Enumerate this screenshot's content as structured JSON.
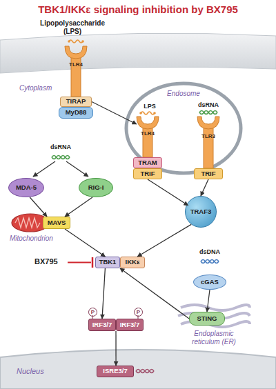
{
  "diagram": {
    "title": "TBK1/IKKε signaling inhibition by BX795",
    "nodes": [
      {
        "text": [
          "TLR4"
        ]
      },
      {
        "text": [
          "TIRAP"
        ]
      },
      {
        "text": [
          "MyD88"
        ]
      },
      {
        "text": [
          "Endosome"
        ]
      },
      {
        "text": [
          "TLR4"
        ],
        "in": 3
      },
      {
        "text": [
          "TRAM"
        ],
        "in": 3
      },
      {
        "text": [
          "TRIF"
        ],
        "in": 3
      },
      {
        "text": [
          "TLR3"
        ],
        "in": 3
      },
      {
        "text": [
          "TRIF"
        ],
        "in": 3
      },
      {
        "text": [
          "MDA-5"
        ]
      },
      {
        "text": [
          "RIG-I"
        ]
      },
      {
        "text": [
          "MAVS"
        ]
      },
      {
        "text": [
          "TRAF3"
        ]
      },
      {
        "text": [
          "TBK1"
        ]
      },
      {
        "text": [
          "IKKε"
        ]
      },
      {
        "text": [
          "cGAS"
        ]
      },
      {
        "text": [
          "STING"
        ]
      },
      {
        "text": [
          "IRF3/7"
        ]
      },
      {
        "text": [
          "IRF3/7"
        ]
      },
      {
        "text": [
          "Nucleus"
        ]
      },
      {
        "text": [
          "ISRE3/7"
        ],
        "in": 19
      }
    ],
    "edges": [
      {
        "from": 1,
        "to": 4,
        "arrow": "to"
      },
      {
        "from": 9,
        "to": 11,
        "arrow": "to"
      },
      {
        "from": 10,
        "to": 11,
        "arrow": "to"
      },
      {
        "from": 6,
        "to": 12,
        "arrow": "to"
      },
      {
        "from": 8,
        "to": 12,
        "arrow": "to"
      },
      {
        "from": 11,
        "to": 13,
        "arrow": "to"
      },
      {
        "from": 12,
        "to": 14,
        "arrow": "to"
      },
      {
        "from": 15,
        "to": 16,
        "arrow": "to"
      },
      {
        "from": 16,
        "to": 14,
        "arrow": "to"
      },
      {
        "from": 13,
        "to": 17,
        "arrow": "to"
      },
      {
        "from": 17,
        "to": 20,
        "arrow": "to"
      }
    ],
    "labels": [
      "Lipopolysaccharide (LPS)",
      "Cytoplasm",
      "LPS",
      "dsRNA",
      "dsRNA",
      "Mitochondrion",
      "BX795",
      "dsDNA",
      "P",
      "P",
      "Endoplasmic reticulum (ER)"
    ]
  }
}
